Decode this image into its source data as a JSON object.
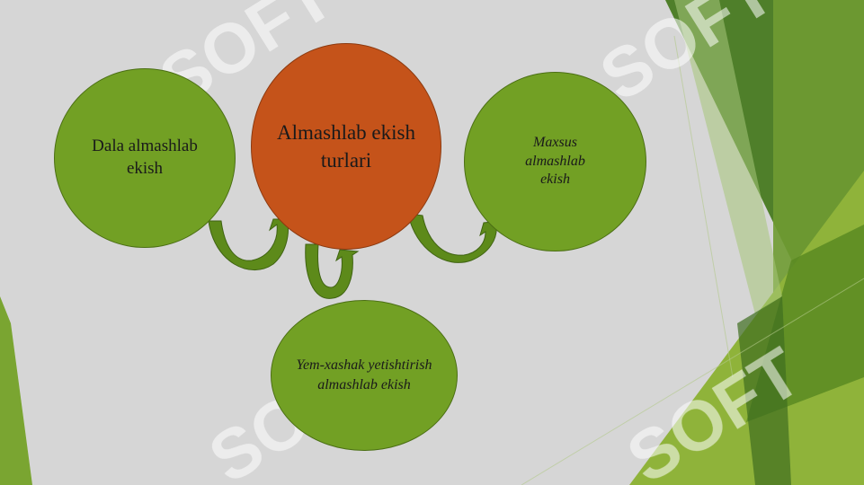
{
  "diagram": {
    "center_label": "Almashlab ekish turlari",
    "left_label": "Dala almashlab ekish",
    "right_label": "Maxsus almashlab ekish",
    "bottom_label": "Yem-xashak yetishtirish almashlab ekish"
  },
  "watermark": {
    "text": "SOFT"
  },
  "colors": {
    "background": "#d6d6d6",
    "center_node": "#c5531a",
    "child_nodes": "#72a024",
    "arrows": "#5d8a1a",
    "accent_dark_green": "#4f7f2a",
    "accent_light_green": "#8fb33a"
  }
}
